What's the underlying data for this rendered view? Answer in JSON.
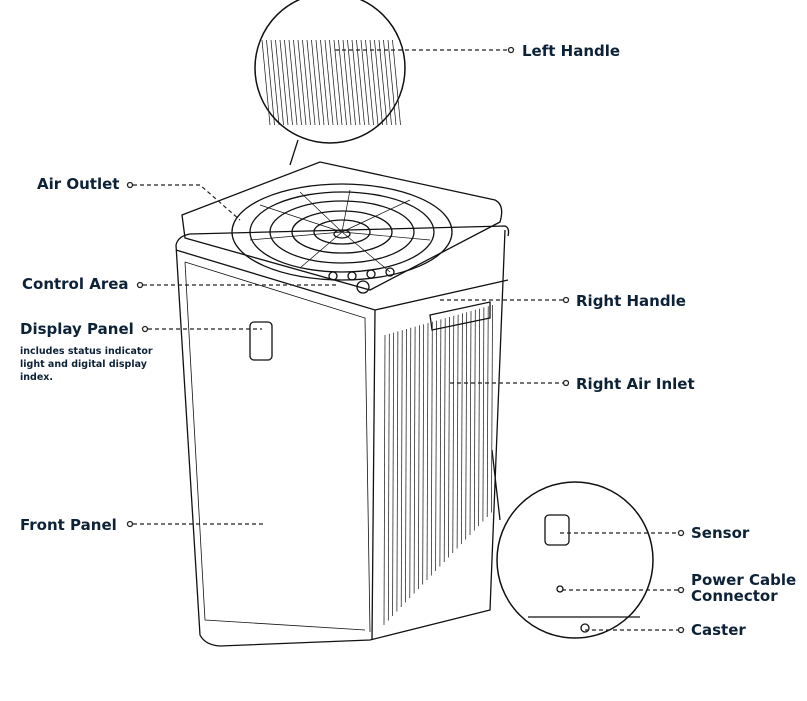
{
  "diagram": {
    "label_color": "#0d2137",
    "labels": {
      "left_handle": "Left Handle",
      "air_outlet": "Air Outlet",
      "control_area": "Control Area",
      "display_panel": "Display Panel",
      "display_panel_note": "includes status indicator light and digital display index.",
      "front_panel": "Front Panel",
      "right_handle": "Right Handle",
      "right_air_inlet": "Right Air Inlet",
      "sensor": "Sensor",
      "power_cable_connector": "Power Cable Connector",
      "caster": "Caster"
    }
  }
}
